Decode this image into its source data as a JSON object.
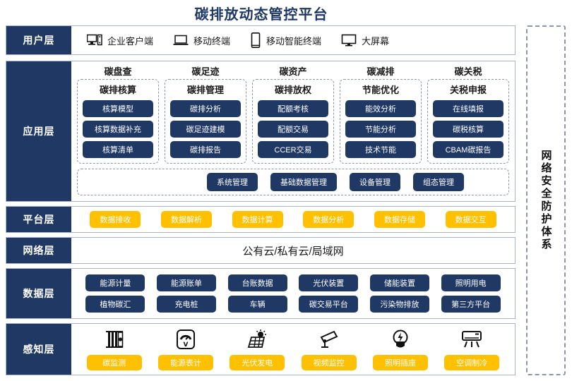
{
  "title": "碳排放动态管控平台",
  "security_panel": {
    "label": "网络安全防护体系"
  },
  "layers": {
    "user": {
      "label": "用户层",
      "items": [
        {
          "icon": "desktop-tower-icon",
          "label": "企业客户端"
        },
        {
          "icon": "laptop-icon",
          "label": "移动终端"
        },
        {
          "icon": "smartphone-icon",
          "label": "移动智能终端"
        },
        {
          "icon": "monitor-icon",
          "label": "大屏幕"
        }
      ]
    },
    "application": {
      "label": "应用层",
      "groups": [
        {
          "title": "碳盘查",
          "subtitle": "碳排核算",
          "items": [
            "核算模型",
            "核算数据补充",
            "核算清单"
          ]
        },
        {
          "title": "碳足迹",
          "subtitle": "碳排管理",
          "items": [
            "碳排分析",
            "碳足迹建模",
            "碳排报告"
          ]
        },
        {
          "title": "碳资产",
          "subtitle": "碳排放权",
          "items": [
            "配额考核",
            "配额交易",
            "CCER交易"
          ]
        },
        {
          "title": "碳减排",
          "subtitle": "节能优化",
          "items": [
            "能效分析",
            "节能分析",
            "技术节能"
          ]
        },
        {
          "title": "碳关税",
          "subtitle": "关税申报",
          "items": [
            "在线填报",
            "碳税核算",
            "CBAM碳报告"
          ]
        }
      ],
      "management": [
        "系统管理",
        "基础数据管理",
        "设备管理",
        "组态管理"
      ]
    },
    "platform": {
      "label": "平台层",
      "items": [
        "数据接收",
        "数据解析",
        "数据计算",
        "数据分析",
        "数据存储",
        "数据交互"
      ]
    },
    "network": {
      "label": "网络层",
      "text": "公有云/私有云/局域网"
    },
    "data": {
      "label": "数据层",
      "row1": [
        "能源计量",
        "能源账单",
        "台账数据",
        "光伏装置",
        "储能装置",
        "照明用电"
      ],
      "row2": [
        "植物碳汇",
        "充电桩",
        "车辆",
        "碳交易平台",
        "污染物排放",
        "第三方平台"
      ]
    },
    "sense": {
      "label": "感知层",
      "items": [
        {
          "icon": "carbon-monitor-icon",
          "label": "碳监测"
        },
        {
          "icon": "energy-meter-icon",
          "label": "能源表计"
        },
        {
          "icon": "solar-panel-icon",
          "label": "光伏发电"
        },
        {
          "icon": "cctv-camera-icon",
          "label": "视频监控"
        },
        {
          "icon": "lightbulb-socket-icon",
          "label": "照明插座"
        },
        {
          "icon": "air-conditioner-icon",
          "label": "空调制冷"
        }
      ]
    }
  },
  "colors": {
    "navy": "#1F3864",
    "yellow": "#FFC000",
    "border": "#A9B4CC",
    "dashed": "#8C96AA"
  }
}
